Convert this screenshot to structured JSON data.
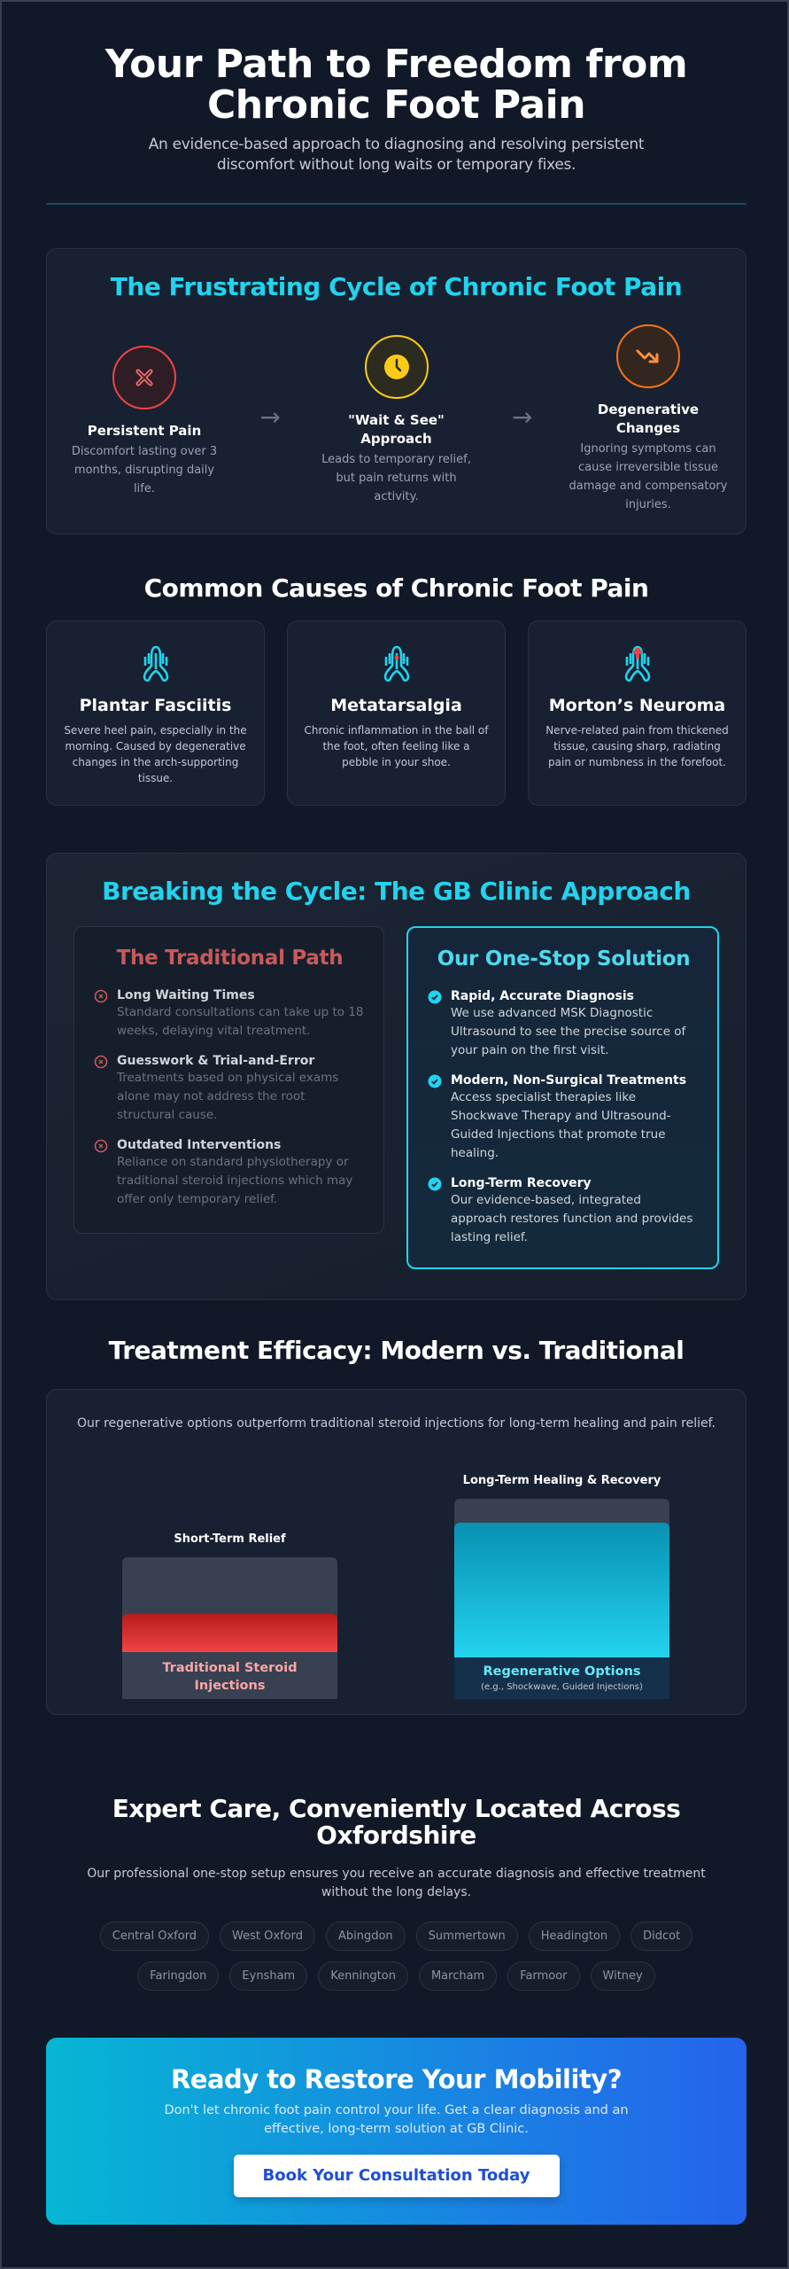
{
  "header": {
    "title_line1": "Your Path to Freedom from",
    "title_line2": "Chronic Foot Pain",
    "subtitle": "An evidence-based approach to diagnosing and resolving persistent discomfort without long waits or temporary fixes."
  },
  "cycle": {
    "title": "The Frustrating Cycle of Chronic Foot Pain",
    "steps": [
      {
        "title": "Persistent Pain",
        "desc": "Discomfort lasting over 3 months, disrupting daily life.",
        "icon": "x-cross-icon",
        "color": "#ef4444"
      },
      {
        "title": "\"Wait & See\" Approach",
        "desc": "Leads to temporary relief, but pain returns with activity.",
        "icon": "clock-icon",
        "color": "#facc15"
      },
      {
        "title": "Degenerative Changes",
        "desc": "Ignoring symptoms can cause irreversible tissue damage and compensatory injuries.",
        "icon": "trend-down-icon",
        "color": "#f97316"
      }
    ],
    "arrow": "→"
  },
  "causes": {
    "title": "Common Causes of Chronic Foot Pain",
    "items": [
      {
        "title": "Plantar Fasciitis",
        "desc": "Severe heel pain, especially in the morning. Caused by degenerative changes in the arch-supporting tissue."
      },
      {
        "title": "Metatarsalgia",
        "desc": "Chronic inflammation in the ball of the foot, often feeling like a pebble in your shoe."
      },
      {
        "title": "Morton’s Neuroma",
        "desc": "Nerve-related pain from thickened tissue, causing sharp, radiating pain or numbness in the forefoot."
      }
    ]
  },
  "approach": {
    "title": "Breaking the Cycle: The GB Clinic Approach",
    "traditional": {
      "title": "The Traditional Path",
      "items": [
        {
          "title": "Long Waiting Times",
          "desc": "Standard consultations can take up to 18 weeks, delaying vital treatment."
        },
        {
          "title": "Guesswork & Trial-and-Error",
          "desc": "Treatments based on physical exams alone may not address the root structural cause."
        },
        {
          "title": "Outdated Interventions",
          "desc": "Reliance on standard physiotherapy or traditional steroid injections which may offer only temporary relief."
        }
      ]
    },
    "ours": {
      "title": "Our One-Stop Solution",
      "items": [
        {
          "title": "Rapid, Accurate Diagnosis",
          "desc": "We use advanced MSK Diagnostic Ultrasound to see the precise source of your pain on the first visit."
        },
        {
          "title": "Modern, Non-Surgical Treatments",
          "desc": "Access specialist therapies like Shockwave Therapy and Ultrasound-Guided Injections that promote true healing."
        },
        {
          "title": "Long-Term Recovery",
          "desc": "Our evidence-based, integrated approach restores function and provides lasting relief."
        }
      ]
    }
  },
  "efficacy": {
    "title": "Treatment Efficacy: Modern vs. Traditional",
    "intro": "Our regenerative options outperform traditional steroid injections for long-term healing and pain relief.",
    "bars": [
      {
        "top_label": "Short-Term Relief",
        "name": "Traditional Steroid Injections",
        "note": "",
        "fill_percent": 40,
        "color": "#ef4444"
      },
      {
        "top_label": "Long-Term Healing & Recovery",
        "name": "Regenerative Options",
        "note": "(e.g., Shockwave, Guided Injections)",
        "fill_percent": 85,
        "color": "#22d3ee"
      }
    ]
  },
  "locations": {
    "title": "Expert Care, Conveniently Located Across Oxfordshire",
    "desc": "Our professional one-stop setup ensures you receive an accurate diagnosis and effective treatment without the long delays.",
    "areas": [
      "Central Oxford",
      "West Oxford",
      "Abingdon",
      "Summertown",
      "Headington",
      "Didcot",
      "Faringdon",
      "Eynsham",
      "Kennington",
      "Marcham",
      "Farmoor",
      "Witney"
    ]
  },
  "cta": {
    "title": "Ready to Restore Your Mobility?",
    "desc": "Don't let chronic foot pain control your life. Get a clear diagnosis and an effective, long-term solution at GB Clinic.",
    "button": "Book Your Consultation Today"
  }
}
